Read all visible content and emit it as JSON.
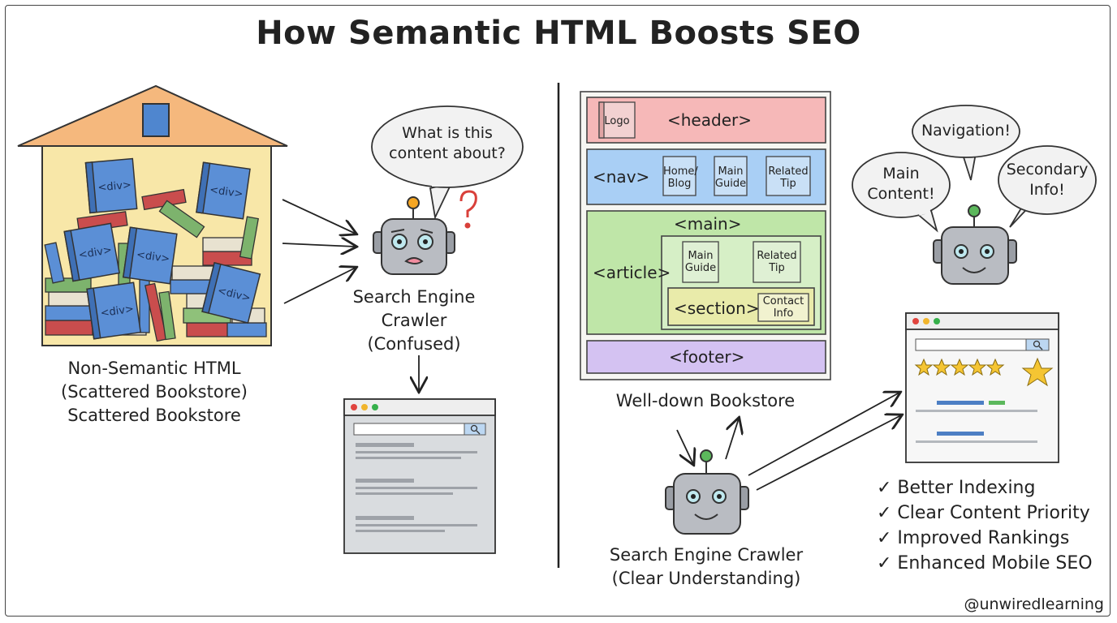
{
  "title": "How Semantic HTML Boosts SEO",
  "left": {
    "div_label": "<div>",
    "caption": [
      "Non-Semantic HTML",
      "(Scattered Bookstore)",
      "Scattered Bookstore"
    ],
    "bubble": [
      "What is this",
      "content about?"
    ],
    "robot_caption": [
      "Search Engine",
      "Crawler",
      "(Confused)"
    ]
  },
  "right": {
    "header": "<header>",
    "logo": "Logo",
    "nav": "<nav>",
    "nav_items": [
      [
        "Home/",
        "Blog"
      ],
      [
        "Main",
        "Guide"
      ],
      [
        "Related",
        "Tip"
      ]
    ],
    "main": "<main>",
    "article": "<article>",
    "article_items": [
      [
        "Main",
        "Guide"
      ],
      [
        "Related",
        "Tip"
      ]
    ],
    "section": "<section>",
    "section_item": [
      "Contact",
      "Info"
    ],
    "footer": "<footer>",
    "caption": "Well-down Bookstore",
    "bubbles": {
      "navigation": "Navigation!",
      "main": [
        "Main",
        "Content!"
      ],
      "secondary": [
        "Secondary",
        "Info!"
      ]
    },
    "robot_caption": [
      "Search Engine Crawler",
      "(Clear Understanding)"
    ],
    "benefits": [
      "✓ Better Indexing",
      "✓ Clear Content Priority",
      "✓ Improved Rankings",
      "✓ Enhanced Mobile SEO"
    ]
  },
  "handle": "@unwiredlearning",
  "colors": {
    "header_fill": "#f6b8b8",
    "nav_fill": "#a9cff5",
    "main_fill": "#bfe6a8",
    "section_fill": "#e9ebaa",
    "footer_fill": "#d4c2f2",
    "house_wall": "#f8e7a8",
    "roof": "#f5b87d",
    "book_blue": "#5b8fd6",
    "star": "#f5c533",
    "robot_gray": "#b9bcc2"
  }
}
